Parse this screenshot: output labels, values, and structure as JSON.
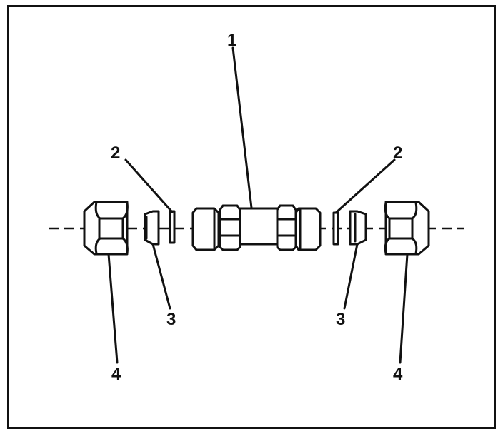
{
  "diagram": {
    "callouts": [
      {
        "id": "c1",
        "label": "1",
        "part": "union-body"
      },
      {
        "id": "c2-left",
        "label": "2",
        "part": "washer-left"
      },
      {
        "id": "c2-right",
        "label": "2",
        "part": "washer-right"
      },
      {
        "id": "c3-left",
        "label": "3",
        "part": "ferrule-left"
      },
      {
        "id": "c3-right",
        "label": "3",
        "part": "ferrule-right"
      },
      {
        "id": "c4-left",
        "label": "4",
        "part": "nut-left"
      },
      {
        "id": "c4-right",
        "label": "4",
        "part": "nut-right"
      }
    ]
  }
}
